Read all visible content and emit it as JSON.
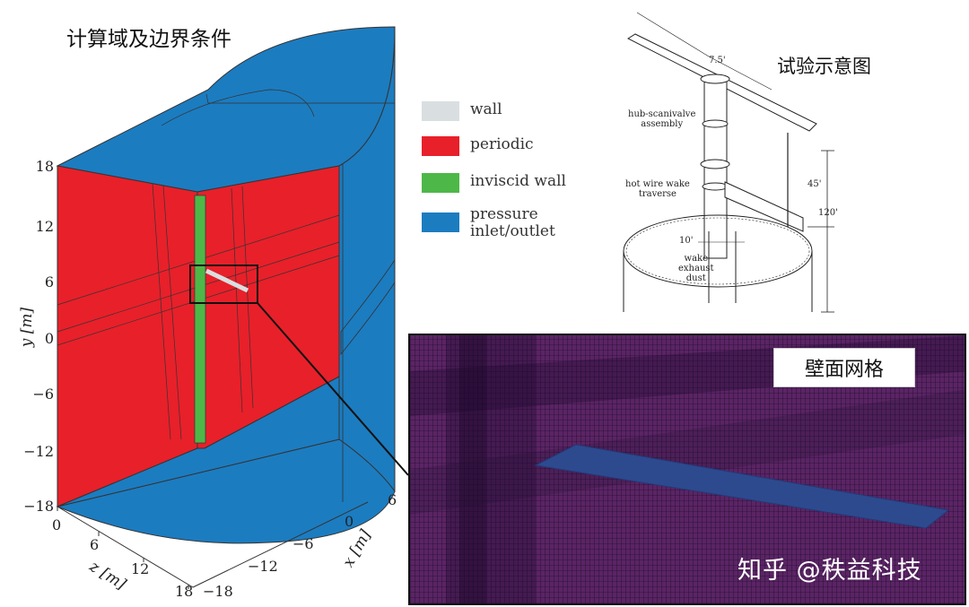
{
  "domain_view": {
    "left_title": "计算域及边界条件",
    "right_title": "试验示意图",
    "mesh_title": "壁面网格",
    "watermark": "知乎 @秩益科技"
  },
  "legend": [
    {
      "label": "wall",
      "color": "#d9dfe0"
    },
    {
      "label": "periodic",
      "color": "#e8202a"
    },
    {
      "label": "inviscid wall",
      "color": "#4db848"
    },
    {
      "label": "pressure\ninlet/outlet",
      "color": "#1c7cc0"
    }
  ],
  "axes": {
    "y_label": "y [m]",
    "x_label": "x [m]",
    "z_label": "z [m]",
    "y_ticks": [
      "18",
      "12",
      "6",
      "0",
      "−6",
      "−12",
      "−18"
    ],
    "z_ticks": [
      "0",
      "6",
      "12",
      "18"
    ],
    "x_ticks": [
      "−18",
      "−12",
      "−6",
      "0",
      "6"
    ]
  },
  "sketch": {
    "span": "7.5'",
    "hub": "hub-scanivalve\nassembly",
    "hotwire": "hot wire wake\ntraverse",
    "h45": "45'",
    "h120": "120'",
    "d10": "10'",
    "exhaust": "wake\nexhaust\ndust"
  },
  "colors": {
    "periodic": "#e8202a",
    "pressure": "#1c7cc0",
    "inviscid": "#4db848",
    "wall": "#d9dfe0",
    "mesh_bg": "#5b2464",
    "blade_mesh": "#2d4a8f"
  }
}
